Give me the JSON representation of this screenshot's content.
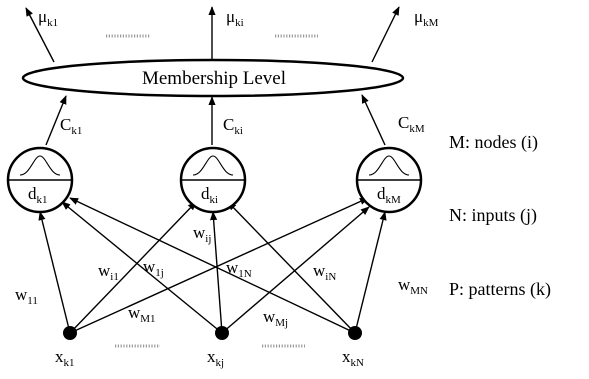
{
  "membership": {
    "label": "Membership Level"
  },
  "outputs": [
    {
      "mu": "μ",
      "sub": "k1"
    },
    {
      "mu": "μ",
      "sub": "ki"
    },
    {
      "mu": "μ",
      "sub": "kM"
    }
  ],
  "connections": [
    {
      "c": "C",
      "sub": "k1"
    },
    {
      "c": "C",
      "sub": "ki"
    },
    {
      "c": "C",
      "sub": "kM"
    }
  ],
  "nodes": [
    {
      "d": "d",
      "sub": "k1"
    },
    {
      "d": "d",
      "sub": "ki"
    },
    {
      "d": "d",
      "sub": "kM"
    }
  ],
  "inputs": [
    {
      "x": "x",
      "sub": "k1"
    },
    {
      "x": "x",
      "sub": "kj"
    },
    {
      "x": "x",
      "sub": "kN"
    }
  ],
  "weights": [
    {
      "w": "w",
      "sub": "11"
    },
    {
      "w": "w",
      "sub": "i1"
    },
    {
      "w": "w",
      "sub": "1j"
    },
    {
      "w": "w",
      "sub": "ij"
    },
    {
      "w": "w",
      "sub": "1N"
    },
    {
      "w": "w",
      "sub": "iN"
    },
    {
      "w": "w",
      "sub": "MN"
    },
    {
      "w": "w",
      "sub": "M1"
    },
    {
      "w": "w",
      "sub": "Mj"
    }
  ],
  "legend": {
    "nodes": "M: nodes (i)",
    "inputs": "N: inputs (j)",
    "patterns": "P: patterns (k)"
  }
}
